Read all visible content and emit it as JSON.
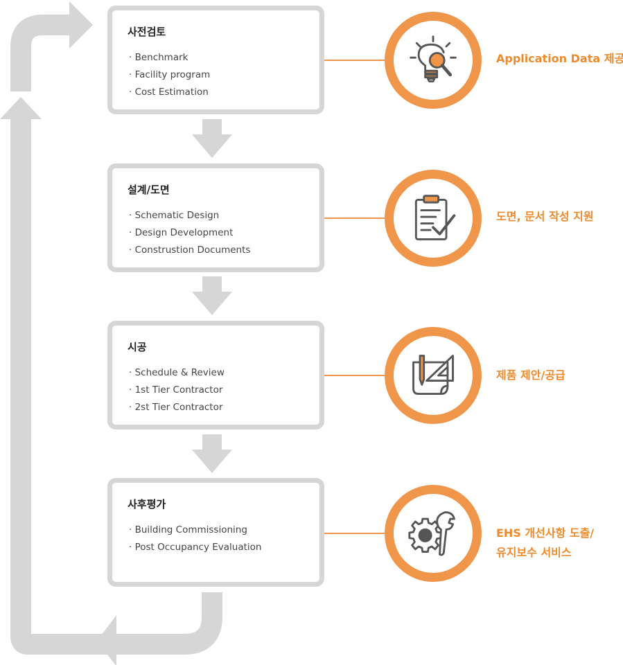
{
  "stages": [
    {
      "title": "사전검토",
      "items": [
        "· Benchmark",
        "· Facility program",
        "· Cost Estimation"
      ],
      "result_lines": [
        "Application Data 제공"
      ],
      "icon": "lightbulb-search-icon"
    },
    {
      "title": "설계/도면",
      "items": [
        "· Schematic Design",
        "· Design Development",
        "· Construstion Documents"
      ],
      "result_lines": [
        "도면, 문서 작성 지원"
      ],
      "icon": "clipboard-check-icon"
    },
    {
      "title": "시공",
      "items": [
        "· Schedule & Review",
        "· 1st Tier Contractor",
        "· 2st Tier Contractor"
      ],
      "result_lines": [
        "제품 제안/공급"
      ],
      "icon": "drafting-tools-icon"
    },
    {
      "title": "사후평가",
      "items": [
        "· Building Commissioning",
        "· Post Occupancy Evaluation"
      ],
      "result_lines": [
        "EHS 개선사항 도출/",
        "유지보수 서비스"
      ],
      "icon": "gear-wrench-icon"
    }
  ],
  "colors": {
    "accent": "#f0964a",
    "accent_text": "#ee8a2e",
    "box_border": "#d6d6d6",
    "arrow": "#d6d6d6",
    "icon_stroke": "#555555"
  }
}
